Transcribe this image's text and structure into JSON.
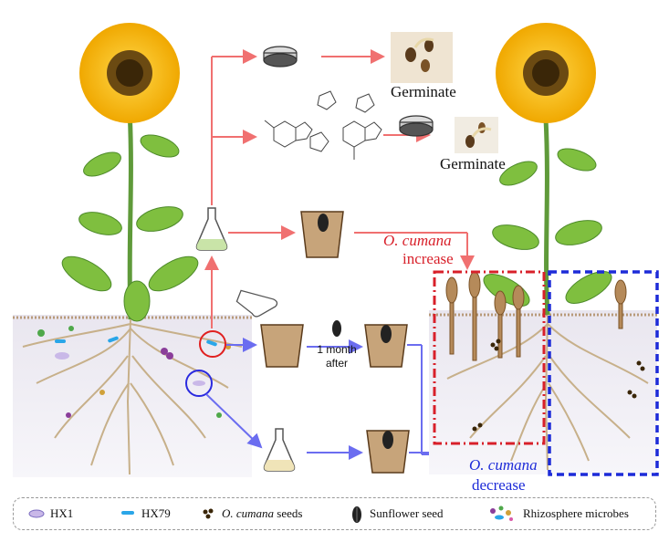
{
  "diagram": {
    "labels": {
      "germinate_1": "Germinate",
      "germinate_2": "Germinate",
      "increase_species": "O. cumana",
      "increase_word": "increase",
      "decrease_species": "O. cumana",
      "decrease_word": "decrease",
      "time_note_1": "1 month",
      "time_note_2": "after"
    },
    "legend": [
      {
        "icon": "hx1-bacterium-icon",
        "label": "HX1"
      },
      {
        "icon": "hx79-bacterium-icon",
        "label": "HX79"
      },
      {
        "icon": "o-cumana-seeds-icon",
        "label_italic": "O. cumana",
        "label_rest": " seeds"
      },
      {
        "icon": "sunflower-seed-icon",
        "label": "Sunflower seed"
      },
      {
        "icon": "rhizosphere-microbes-icon",
        "label": "Rhizosphere microbes"
      }
    ],
    "colors": {
      "increase_arrow": "#f07070",
      "decrease_arrow": "#6b6df0",
      "increase_box": "#d8202a",
      "decrease_box": "#1d2bd8",
      "sunflower_petal": "#f5c21a",
      "soil": "#a77a4a"
    }
  }
}
